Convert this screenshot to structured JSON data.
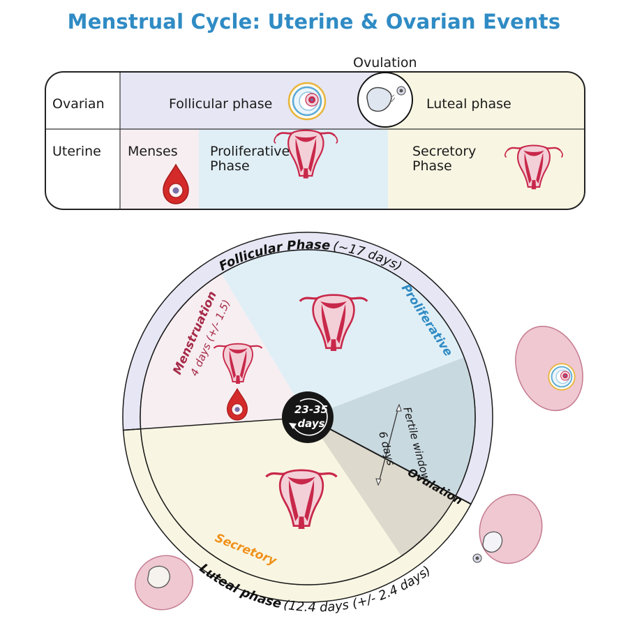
{
  "title": "Menstrual Cycle: Uterine & Ovarian Events",
  "table": {
    "ovulation_label": "Ovulation",
    "ovarian_row_label": "Ovarian",
    "uterine_row_label": "Uterine",
    "follicular_phase": "Follicular phase",
    "luteal_phase": "Luteal phase",
    "menses": "Menses",
    "proliferative_line1": "Proliferative",
    "proliferative_line2": "Phase",
    "secretory_line1": "Secretory",
    "secretory_line2": "Phase"
  },
  "wheel": {
    "follicular_bold": "Follicular Phase",
    "follicular_days": "(~17 days)",
    "luteal_bold": "Luteal phase",
    "luteal_days": "(12.4 days (+/- 2.4 days)",
    "menstruation": "Menstruation",
    "menstruation_days": "4 days (+/- 1.5)",
    "proliferative": "Proliferative",
    "secretory": "Secretory",
    "ovulation": "Ovulation",
    "fertile_window": "Fertile window",
    "fertile_days": "6 days",
    "center_line1": "23-35",
    "center_line2": "days"
  },
  "colors": {
    "title": "#2f8bc4",
    "follicular_band": "#e6e6f4",
    "luteal_band": "#f8f6e2",
    "menses_fill": "#f7eef1",
    "proliferative_fill": "#e0eff6",
    "secretory_fill": "#f8f6e2",
    "fertile_fill": "#c9d9e0",
    "ovulation_fill": "#ddd9cc",
    "menstruation_text": "#a52a48",
    "proliferative_text": "#2f8bc4",
    "secretory_text": "#f0901a",
    "uterus": "#c8284a",
    "ovary": "#efc8d2"
  },
  "icons": [
    "follicle-icon",
    "ovulated-egg-icon",
    "blood-drop-icon",
    "uterus-icon",
    "ovary-icon",
    "corpus-luteum-icon",
    "cycle-arrow-icon"
  ]
}
